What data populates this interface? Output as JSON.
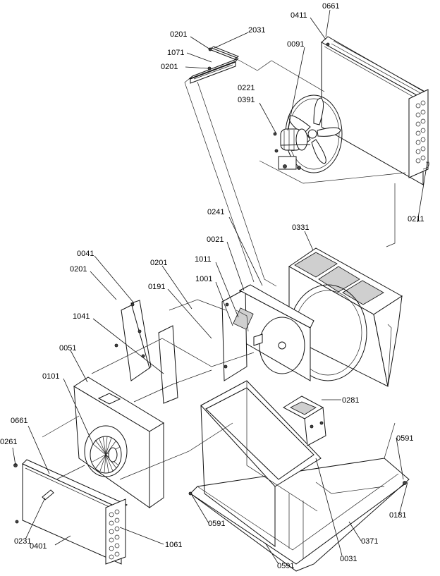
{
  "callouts": [
    {
      "id": "c-0661-top",
      "text": "0661"
    },
    {
      "id": "c-0411",
      "text": "0411"
    },
    {
      "id": "c-0201-a",
      "text": "0201"
    },
    {
      "id": "c-2031",
      "text": "2031"
    },
    {
      "id": "c-1071",
      "text": "1071"
    },
    {
      "id": "c-0201-b",
      "text": "0201"
    },
    {
      "id": "c-0091",
      "text": "0091"
    },
    {
      "id": "c-0221",
      "text": "0221"
    },
    {
      "id": "c-0391",
      "text": "0391"
    },
    {
      "id": "c-0211",
      "text": "0211"
    },
    {
      "id": "c-0241",
      "text": "0241"
    },
    {
      "id": "c-0331",
      "text": "0331"
    },
    {
      "id": "c-0021",
      "text": "0021"
    },
    {
      "id": "c-0041",
      "text": "0041"
    },
    {
      "id": "c-0201-c",
      "text": "0201"
    },
    {
      "id": "c-0201-d",
      "text": "0201"
    },
    {
      "id": "c-1011",
      "text": "1011"
    },
    {
      "id": "c-1001",
      "text": "1001"
    },
    {
      "id": "c-0191",
      "text": "0191"
    },
    {
      "id": "c-1041",
      "text": "1041"
    },
    {
      "id": "c-0051",
      "text": "0051"
    },
    {
      "id": "c-0281",
      "text": "0281"
    },
    {
      "id": "c-0101",
      "text": "0101"
    },
    {
      "id": "c-0591-r",
      "text": "0591"
    },
    {
      "id": "c-0661-left",
      "text": "0661"
    },
    {
      "id": "c-0261",
      "text": "0261"
    },
    {
      "id": "c-0181",
      "text": "0181"
    },
    {
      "id": "c-0591-m",
      "text": "0591"
    },
    {
      "id": "c-0231",
      "text": "0231"
    },
    {
      "id": "c-1061",
      "text": "1061"
    },
    {
      "id": "c-0371",
      "text": "0371"
    },
    {
      "id": "c-0401",
      "text": "0401"
    },
    {
      "id": "c-0031",
      "text": "0031"
    },
    {
      "id": "c-0591-b",
      "text": "0591"
    }
  ]
}
